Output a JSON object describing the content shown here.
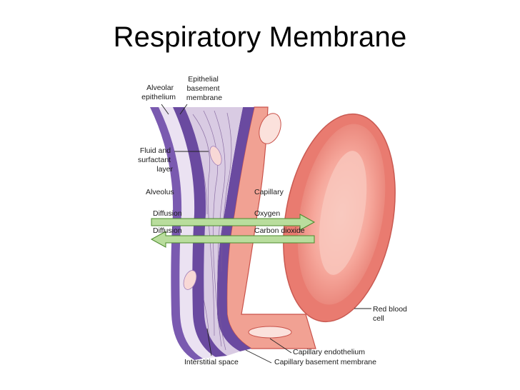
{
  "title": "Respiratory Membrane",
  "labels": {
    "alveolar_epithelium": [
      "Alveolar",
      "epithelium"
    ],
    "epithelial_basement_membrane": [
      "Epithelial",
      "basement",
      "membrane"
    ],
    "fluid_surfactant": [
      "Fluid and",
      "surfactant",
      "layer"
    ],
    "alveolus": "Alveolus",
    "capillary": "Capillary",
    "diffusion_1": "Diffusion",
    "oxygen": "Oxygen",
    "diffusion_2": "Diffusion",
    "carbon_dioxide": "Carbon dioxide",
    "red_blood_cell": [
      "Red blood",
      "cell"
    ],
    "capillary_endothelium": "Capillary endothelium",
    "capillary_basement_membrane": "Capillary basement membrane",
    "interstitial_space": "Interstitial space"
  },
  "colors": {
    "epithelium_purple": "#6a4aa0",
    "pale_lavender": "#e6dcef",
    "interstitial": "#c9b6d6",
    "endothelium_pink": "#ee9a8c",
    "endothelium_edge": "#c9524a",
    "rbc_fill": "#f08a7f",
    "rbc_center": "#f8b9ae",
    "arrow_green": "#b8dc9a",
    "arrow_edge": "#4c8a2c"
  }
}
